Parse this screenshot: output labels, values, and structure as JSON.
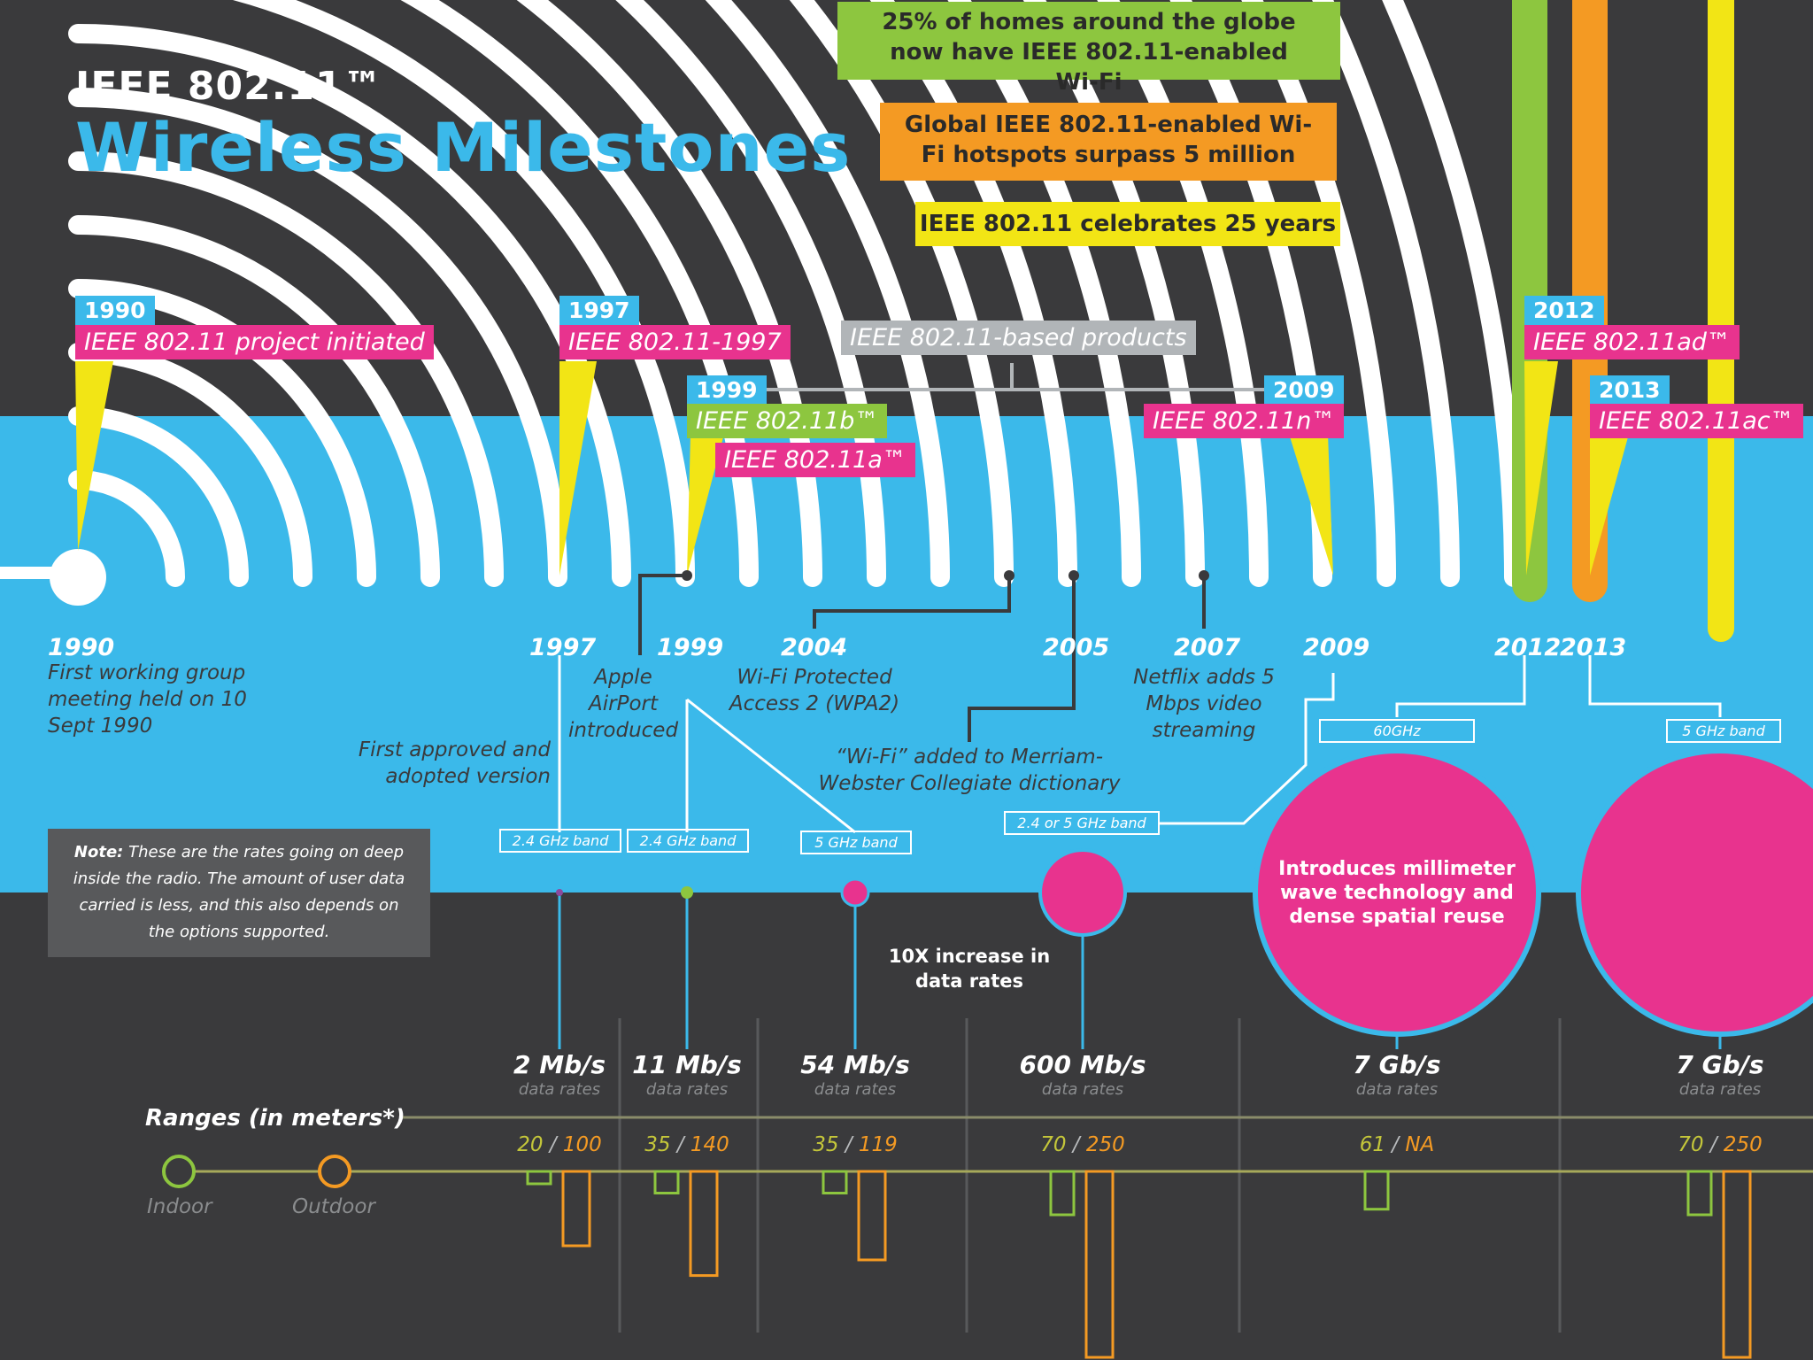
{
  "header": {
    "line1": "IEEE 802.11™",
    "line2": "Wireless Milestones"
  },
  "top_banners": [
    {
      "text": "25% of homes around the globe now have IEEE 802.11-enabled Wi-Fi",
      "color": "#8dc63f"
    },
    {
      "text": "Global IEEE 802.11-enabled Wi-Fi hotspots surpass 5 million",
      "color": "#f49a23"
    },
    {
      "text": "IEEE 802.11 celebrates 25 years",
      "color": "#f2e515"
    }
  ],
  "standards": [
    {
      "year": "1990",
      "name": "IEEE 802.11 project initiated"
    },
    {
      "year": "1997",
      "name": "IEEE 802.11-1997"
    },
    {
      "year": "1999",
      "name_b": "IEEE 802.11b™",
      "name_a": "IEEE 802.11a™"
    },
    {
      "year": "2009",
      "name": "IEEE 802.11n™"
    },
    {
      "year": "2012",
      "name": "IEEE 802.11ad™"
    },
    {
      "year": "2013",
      "name": "IEEE 802.11ac™"
    }
  ],
  "products_label": "IEEE 802.11-based products",
  "timeline": [
    {
      "year": "1990",
      "text": "First working group meeting held on 10 Sept 1990"
    },
    {
      "year": "1997",
      "text": "First approved and adopted version"
    },
    {
      "year": "1999",
      "text": "Apple AirPort introduced"
    },
    {
      "year": "2004",
      "text": "Wi-Fi Protected Access 2 (WPA2)"
    },
    {
      "year": "2005",
      "text": "“Wi-Fi” added to Merriam-Webster Collegiate dictionary"
    },
    {
      "year": "2007",
      "text": "Netflix adds 5 Mbps video streaming"
    },
    {
      "year": "2009",
      "text": ""
    },
    {
      "year": "2012",
      "text": ""
    },
    {
      "year": "2013",
      "text": ""
    }
  ],
  "bands": [
    "2.4 GHz band",
    "2.4 GHz band",
    "5 GHz band",
    "2.4 or 5 GHz band",
    "60GHz",
    "5 GHz band"
  ],
  "note": {
    "label": "Note:",
    "text": "These are the rates going on deep inside the radio. The amount of user data carried is less, and this also depends on the options supported."
  },
  "increase_label": "10X increase in data rates",
  "mmwave_text": "Introduces millimeter wave technology and dense spatial reuse",
  "rates": [
    {
      "rate": "2 Mb/s",
      "sub": "data rates",
      "indoor": "20",
      "outdoor": "100"
    },
    {
      "rate": "11 Mb/s",
      "sub": "data rates",
      "indoor": "35",
      "outdoor": "140"
    },
    {
      "rate": "54 Mb/s",
      "sub": "data rates",
      "indoor": "35",
      "outdoor": "119"
    },
    {
      "rate": "600 Mb/s",
      "sub": "data rates",
      "indoor": "70",
      "outdoor": "250"
    },
    {
      "rate": "7 Gb/s",
      "sub": "data rates",
      "indoor": "61",
      "outdoor": "NA"
    },
    {
      "rate": "7 Gb/s",
      "sub": "data rates",
      "indoor": "70",
      "outdoor": "250"
    }
  ],
  "ranges": {
    "title": "Ranges (in meters*)",
    "indoor_label": "Indoor",
    "outdoor_label": "Outdoor",
    "separator": "/"
  },
  "colors": {
    "blue": "#3bb9ea",
    "pink": "#e8338e",
    "green": "#8dc63f",
    "orange": "#f49a23",
    "yellow": "#f2e515",
    "dark": "#3a3a3c"
  }
}
